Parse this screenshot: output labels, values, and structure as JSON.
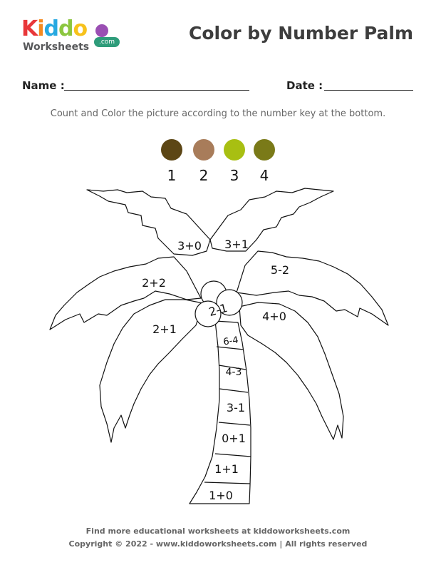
{
  "logo": {
    "letters": [
      {
        "char": "K",
        "color": "#e8373a"
      },
      {
        "char": "i",
        "color": "#f58a1f"
      },
      {
        "char": "d",
        "color": "#27a9e1"
      },
      {
        "char": "d",
        "color": "#8cc63f"
      },
      {
        "char": "o",
        "color": "#f7c21c"
      }
    ],
    "subtitle": "Worksheets",
    "domain": ".com"
  },
  "title": "Color by Number Palm",
  "form": {
    "name_label": "Name :",
    "date_label": "Date :"
  },
  "instructions": "Count and Color the picture according to the number key at the bottom.",
  "key": [
    {
      "number": "1",
      "color": "#5c4615"
    },
    {
      "number": "2",
      "color": "#a87c5a"
    },
    {
      "number": "3",
      "color": "#a8bf12"
    },
    {
      "number": "4",
      "color": "#7a7a18"
    }
  ],
  "regions": {
    "leaf_top_left": "3+0",
    "leaf_top_right": "3+1",
    "leaf_mid_left": "2+2",
    "leaf_mid_right": "5-2",
    "leaf_low_left": "2+1",
    "leaf_low_right": "4+0",
    "coconuts": "2-1",
    "trunk": [
      "6-4",
      "4-3",
      "3-1",
      "0+1",
      "1+1",
      "1+0"
    ]
  },
  "footer": {
    "line1": "Find more educational worksheets at kiddoworksheets.com",
    "line2": "Copyright © 2022 - www.kiddoworksheets.com  |  All rights reserved"
  }
}
